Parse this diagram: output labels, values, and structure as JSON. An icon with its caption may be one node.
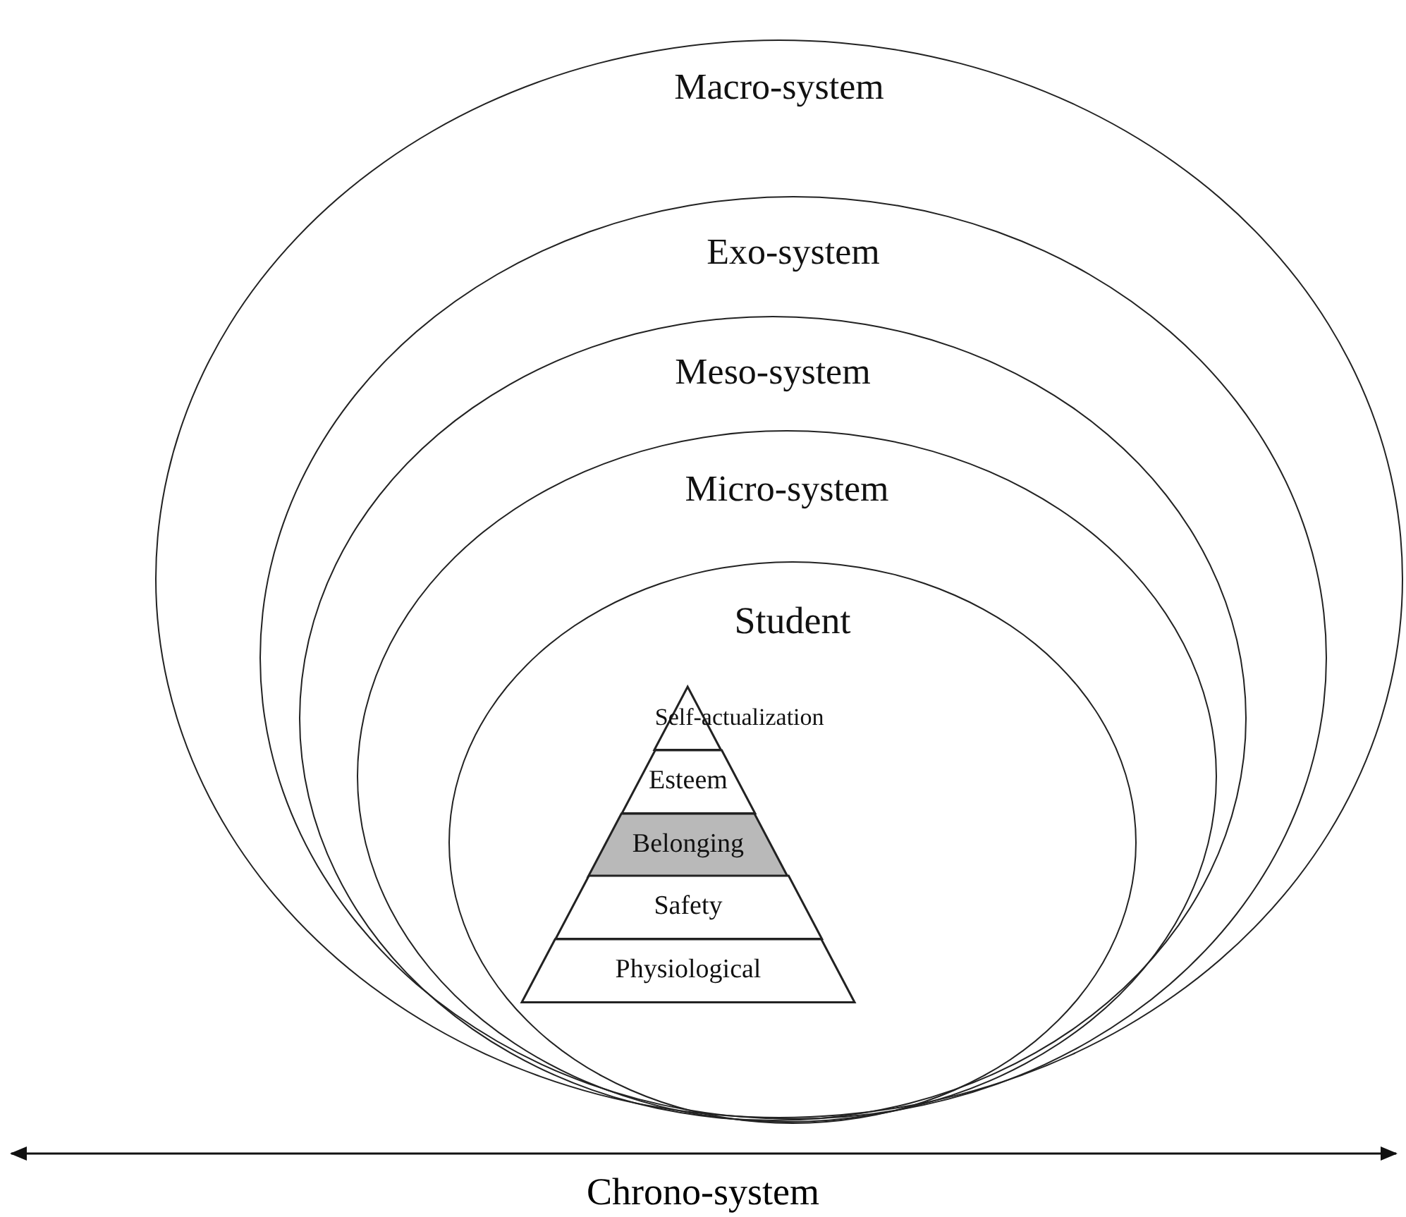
{
  "diagram": {
    "nodes": [
      {
        "text": [
          "Macro-system"
        ]
      },
      {
        "text": [
          "Exo-system"
        ],
        "in": 0
      },
      {
        "text": [
          "Meso-system"
        ],
        "in": 1
      },
      {
        "text": [
          "Micro-system"
        ],
        "in": 2
      },
      {
        "text": [
          "Student"
        ],
        "in": 3
      },
      {
        "text": [
          "Self-actualization"
        ],
        "in": 4
      },
      {
        "text": [
          "Esteem"
        ],
        "in": 4
      },
      {
        "text": [
          "Belonging"
        ],
        "in": 4
      },
      {
        "text": [
          "Safety"
        ],
        "in": 4
      },
      {
        "text": [
          "Physiological"
        ],
        "in": 4
      }
    ],
    "edges": [],
    "labels": [
      "Chrono-system"
    ]
  }
}
